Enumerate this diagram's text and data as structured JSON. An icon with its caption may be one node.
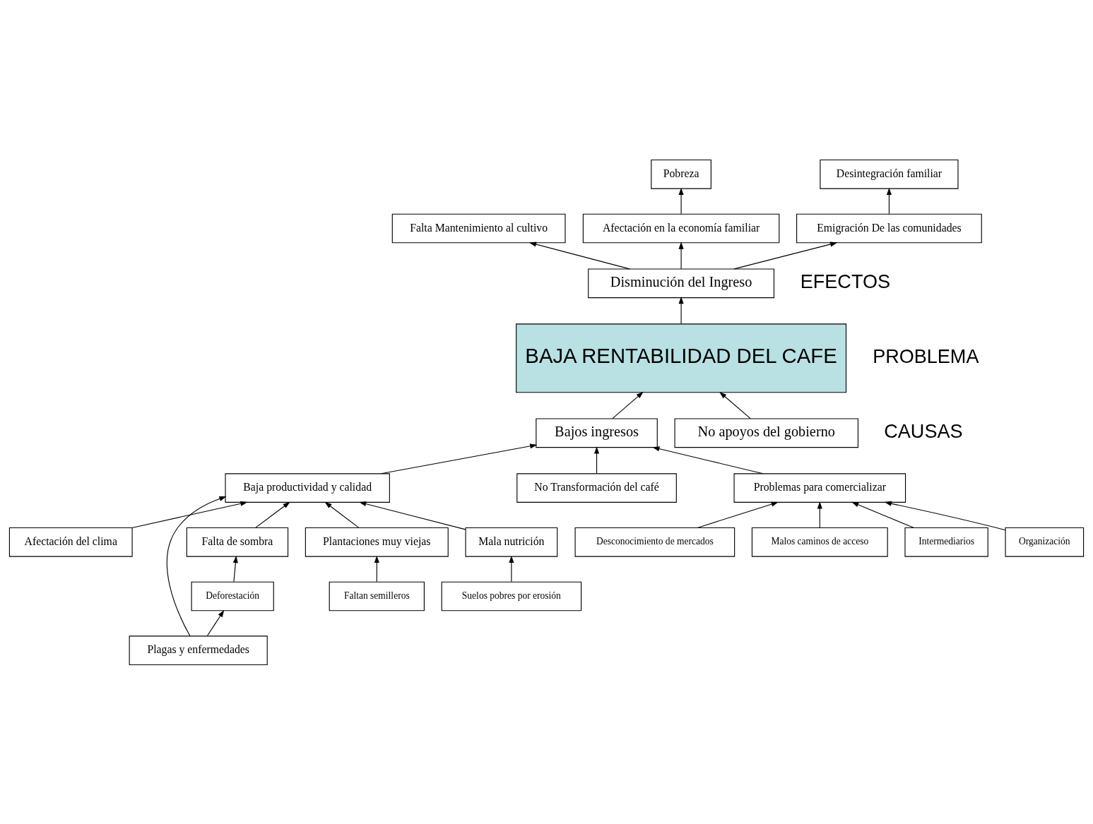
{
  "diagram": {
    "nodes": [
      {
        "text": [
          "Pobreza"
        ]
      },
      {
        "text": [
          "Falta Mantenimiento al cultivo"
        ]
      },
      {
        "text": [
          "Desintegración familiar"
        ]
      },
      {
        "text": [
          "Afectación en la economía familiar"
        ]
      },
      {
        "text": [
          "Disminución del Ingreso"
        ]
      },
      {
        "text": [
          "Emigración De las comunidades"
        ]
      },
      {
        "text": [
          "BAJA RENTABILIDAD DEL CAFE"
        ]
      },
      {
        "text": [
          "Bajos ingresos"
        ]
      },
      {
        "text": [
          "No apoyos del gobierno"
        ]
      },
      {
        "text": [
          "Baja productividad y calidad"
        ]
      },
      {
        "text": [
          "No Transformación del café"
        ]
      },
      {
        "text": [
          "Afectación del clima"
        ]
      },
      {
        "text": [
          "Plagas y enfermedades"
        ]
      },
      {
        "text": [
          "Falta de sombra"
        ]
      },
      {
        "text": [
          "Deforestación"
        ]
      },
      {
        "text": [
          "Problemas para comercializar"
        ]
      },
      {
        "text": [
          "Plantaciones muy viejas"
        ]
      },
      {
        "text": [
          "Faltan semilleros"
        ]
      },
      {
        "text": [
          "Desconocimiento de mercados"
        ]
      },
      {
        "text": [
          "Malos caminos de acceso"
        ]
      },
      {
        "text": [
          "Intermediarios"
        ]
      },
      {
        "text": [
          "Mala nutrición"
        ]
      },
      {
        "text": [
          "Suelos pobres por erosión"
        ]
      },
      {
        "text": [
          "Organización"
        ]
      }
    ],
    "edges": [
      {
        "from": 3,
        "to": 0,
        "arrow": "to"
      },
      {
        "from": 4,
        "to": 1,
        "arrow": "to"
      },
      {
        "from": 4,
        "to": 3,
        "arrow": "to"
      },
      {
        "from": 4,
        "to": 5,
        "arrow": "to"
      },
      {
        "from": 5,
        "to": 2,
        "arrow": "to"
      },
      {
        "from": 6,
        "to": 4,
        "arrow": "to"
      },
      {
        "from": 7,
        "to": 6,
        "arrow": "to"
      },
      {
        "from": 8,
        "to": 6,
        "arrow": "to"
      },
      {
        "from": 9,
        "to": 7,
        "arrow": "to"
      },
      {
        "from": 11,
        "to": 9,
        "arrow": "to"
      },
      {
        "from": 12,
        "to": 9,
        "arrow": "to"
      },
      {
        "from": 13,
        "to": 9,
        "arrow": "to"
      },
      {
        "from": 16,
        "to": 9,
        "arrow": "to"
      },
      {
        "from": 21,
        "to": 9,
        "arrow": "to"
      },
      {
        "from": 12,
        "to": 14,
        "arrow": "to"
      },
      {
        "from": 14,
        "to": 13,
        "arrow": "to"
      },
      {
        "from": 17,
        "to": 16,
        "arrow": "to"
      },
      {
        "from": 22,
        "to": 21,
        "arrow": "to"
      },
      {
        "from": 10,
        "to": 7,
        "arrow": "to"
      },
      {
        "from": 15,
        "to": 7,
        "arrow": "to"
      },
      {
        "from": 18,
        "to": 15,
        "arrow": "to"
      },
      {
        "from": 19,
        "to": 15,
        "arrow": "to"
      },
      {
        "from": 20,
        "to": 15,
        "arrow": "to"
      },
      {
        "from": 23,
        "to": 15,
        "arrow": "to"
      }
    ],
    "labels": [
      "EFECTOS",
      "PROBLEMA",
      "CAUSAS"
    ]
  }
}
